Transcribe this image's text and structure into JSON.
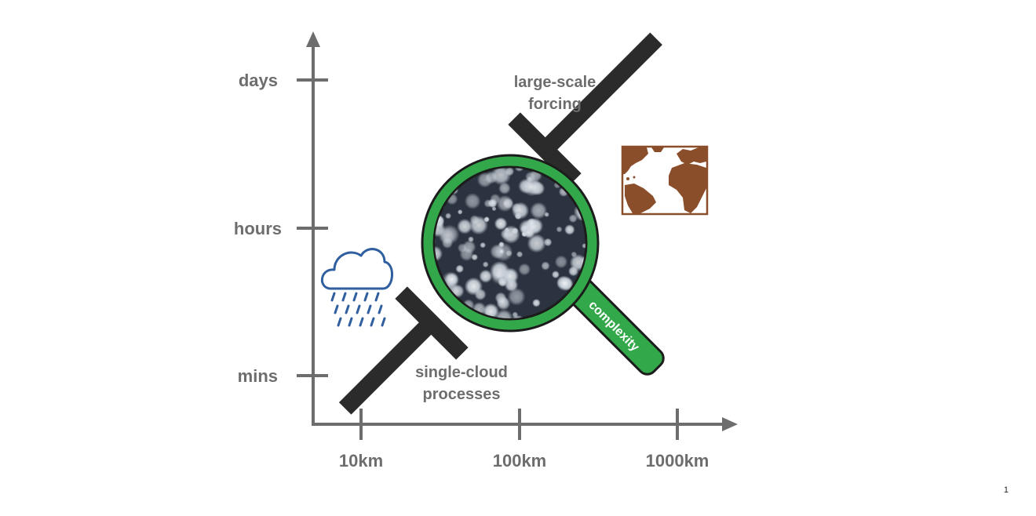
{
  "y_axis": {
    "ticks": [
      "mins",
      "hours",
      "days"
    ]
  },
  "x_axis": {
    "ticks": [
      "10km",
      "100km",
      "1000km"
    ]
  },
  "labels": {
    "top_line1": "large-scale",
    "top_line2": "forcing",
    "bottom_line1": "single-cloud",
    "bottom_line2": "processes",
    "handle": "complexity"
  },
  "page_number": "1",
  "colors": {
    "axis": "#6d6d6d",
    "bar": "#2b2b2b",
    "lens_ring": "#33a84a",
    "lens_inner": "#2b3340",
    "map": "#8b4e2b",
    "cloud_icon": "#2f5f9e"
  },
  "icons": {
    "weather": "rain-cloud-icon",
    "map": "world-map-icon",
    "lens": "magnifying-glass-icon"
  }
}
